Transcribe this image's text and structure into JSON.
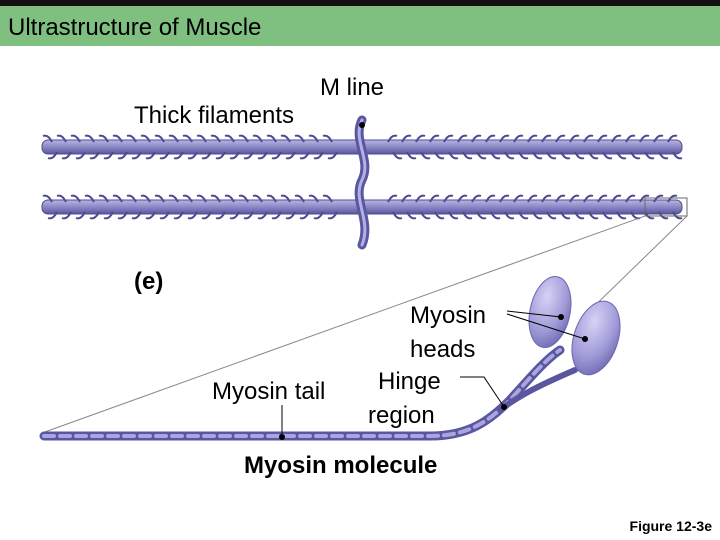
{
  "header": {
    "title": "Ultrastructure of Muscle"
  },
  "labels": {
    "m_line": "M line",
    "thick_filaments": "Thick filaments",
    "panel": "(e)",
    "myosin_heads_line1": "Myosin",
    "myosin_heads_line2": "heads",
    "myosin_tail": "Myosin tail",
    "hinge_line1": "Hinge",
    "hinge_line2": "region",
    "molecule": "Myosin molecule"
  },
  "footer": {
    "figure_ref": "Figure 12-3e"
  },
  "colors": {
    "header_bg": "#7fbf7f",
    "filament": "#8a87c4",
    "filament_dark": "#4f4b8f",
    "head": "#a9a4dd"
  }
}
